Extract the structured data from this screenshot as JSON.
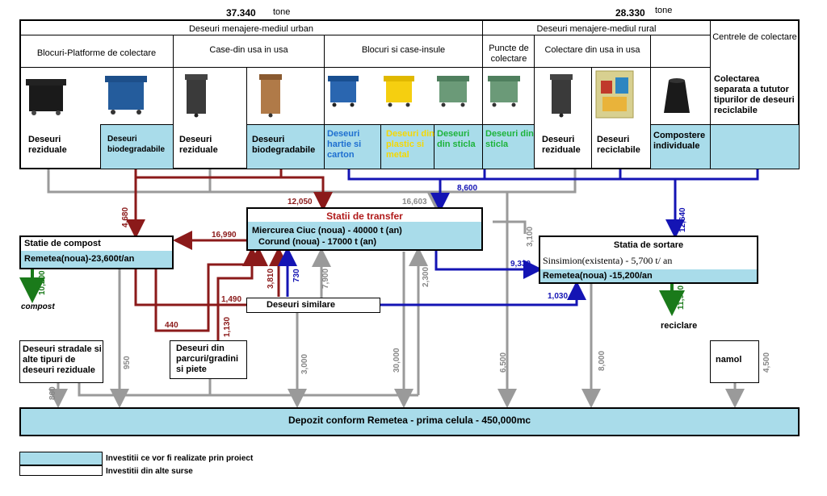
{
  "top": {
    "urban_total": "37.340",
    "urban_unit": "tone",
    "rural_total": "28.330",
    "rural_unit": "tone"
  },
  "header": {
    "urban": "Deseuri menajere-mediul urban",
    "rural": "Deseuri menajere-mediul rural",
    "centre_title": "Centrele de colectare",
    "centre_desc": "Colectarea separata a tututor tipurilor de deseuri reciclabile"
  },
  "subheaders": {
    "blocuri_platforme": "Blocuri-Platforme de colectare",
    "case_din_usa": "Case-din usa in usa",
    "blocuri_case": "Blocuri si case-insule",
    "puncte": "Puncte de colectare",
    "colectare_usa": "Colectare din usa in usa"
  },
  "cells": [
    {
      "label": "Deseuri reziduale",
      "color": "#000000"
    },
    {
      "label": "Deseuri biodegradabile",
      "color": "#000000"
    },
    {
      "label": "Deseuri reziduale",
      "color": "#000000"
    },
    {
      "label": "Deseuri biodegradabile",
      "color": "#000000"
    },
    {
      "label": "Deseuri hartie si carton",
      "color": "#1e6fd0"
    },
    {
      "label": "Deseuri din plastic si metal",
      "color": "#f5d800"
    },
    {
      "label": "Deseuri din sticla",
      "color": "#1db33b"
    },
    {
      "label": "Deseuri din sticla",
      "color": "#1db33b"
    },
    {
      "label": "Deseuri reziduale",
      "color": "#000000"
    },
    {
      "label": "Deseuri reciclabile",
      "color": "#000000"
    },
    {
      "label": "Compostere individuale",
      "color": "#000000"
    }
  ],
  "transfer": {
    "title": "Statii de transfer",
    "line1": "Miercurea Ciuc (noua) - 40000 t (an)",
    "line2": "Corund  (noua) - 17000 t (an)"
  },
  "compost": {
    "title": "Statie de compost",
    "line": "Remetea(noua)-23,600t/an",
    "out_label": "compost"
  },
  "sortare": {
    "title": "Statia de sortare",
    "line1": "Sinsimion(existenta) - 5,700 t/ an",
    "line2": "Remetea(noua) -15,200/an",
    "out_label": "reciclare"
  },
  "similare": "Deseuri similare",
  "stradale": "Deseuri stradale si alte tipuri de deseuri reziduale",
  "parcuri": "Deseuri din parcuri/gradini si piete",
  "namol": "namol",
  "depozit": "Depozit conform Remetea - prima celula - 450,000mc",
  "legend": {
    "cyan_label": "Investitii ce vor fi realizate prin proiect",
    "white_label": "Investitii din alte surse"
  },
  "flows": {
    "f4680": "4,680",
    "f12050": "12,050",
    "f16603": "16,603",
    "f8600": "8,600",
    "f12640": "12,640",
    "f16990": "16,990",
    "f3100": "3,100",
    "f10200": "10,200",
    "f9330": "9,330",
    "f3810": "3,810",
    "f730": "730",
    "f7900": "7,900",
    "f2300": "2,300",
    "f1490": "1,490",
    "f1130": "1,130",
    "f440": "440",
    "f1030": "1,030",
    "f11900": "11,900",
    "f950": "950",
    "f3000": "3,000",
    "f30000": "30,000",
    "f6500": "6,500",
    "f8000": "8,000",
    "f4500": "4,500",
    "f860": "860"
  },
  "colors": {
    "cyan": "#a9dcea",
    "red": "#8b1a1a",
    "blue": "#1414b4",
    "grey": "#9a9a9a",
    "green": "#1a7a1a"
  }
}
